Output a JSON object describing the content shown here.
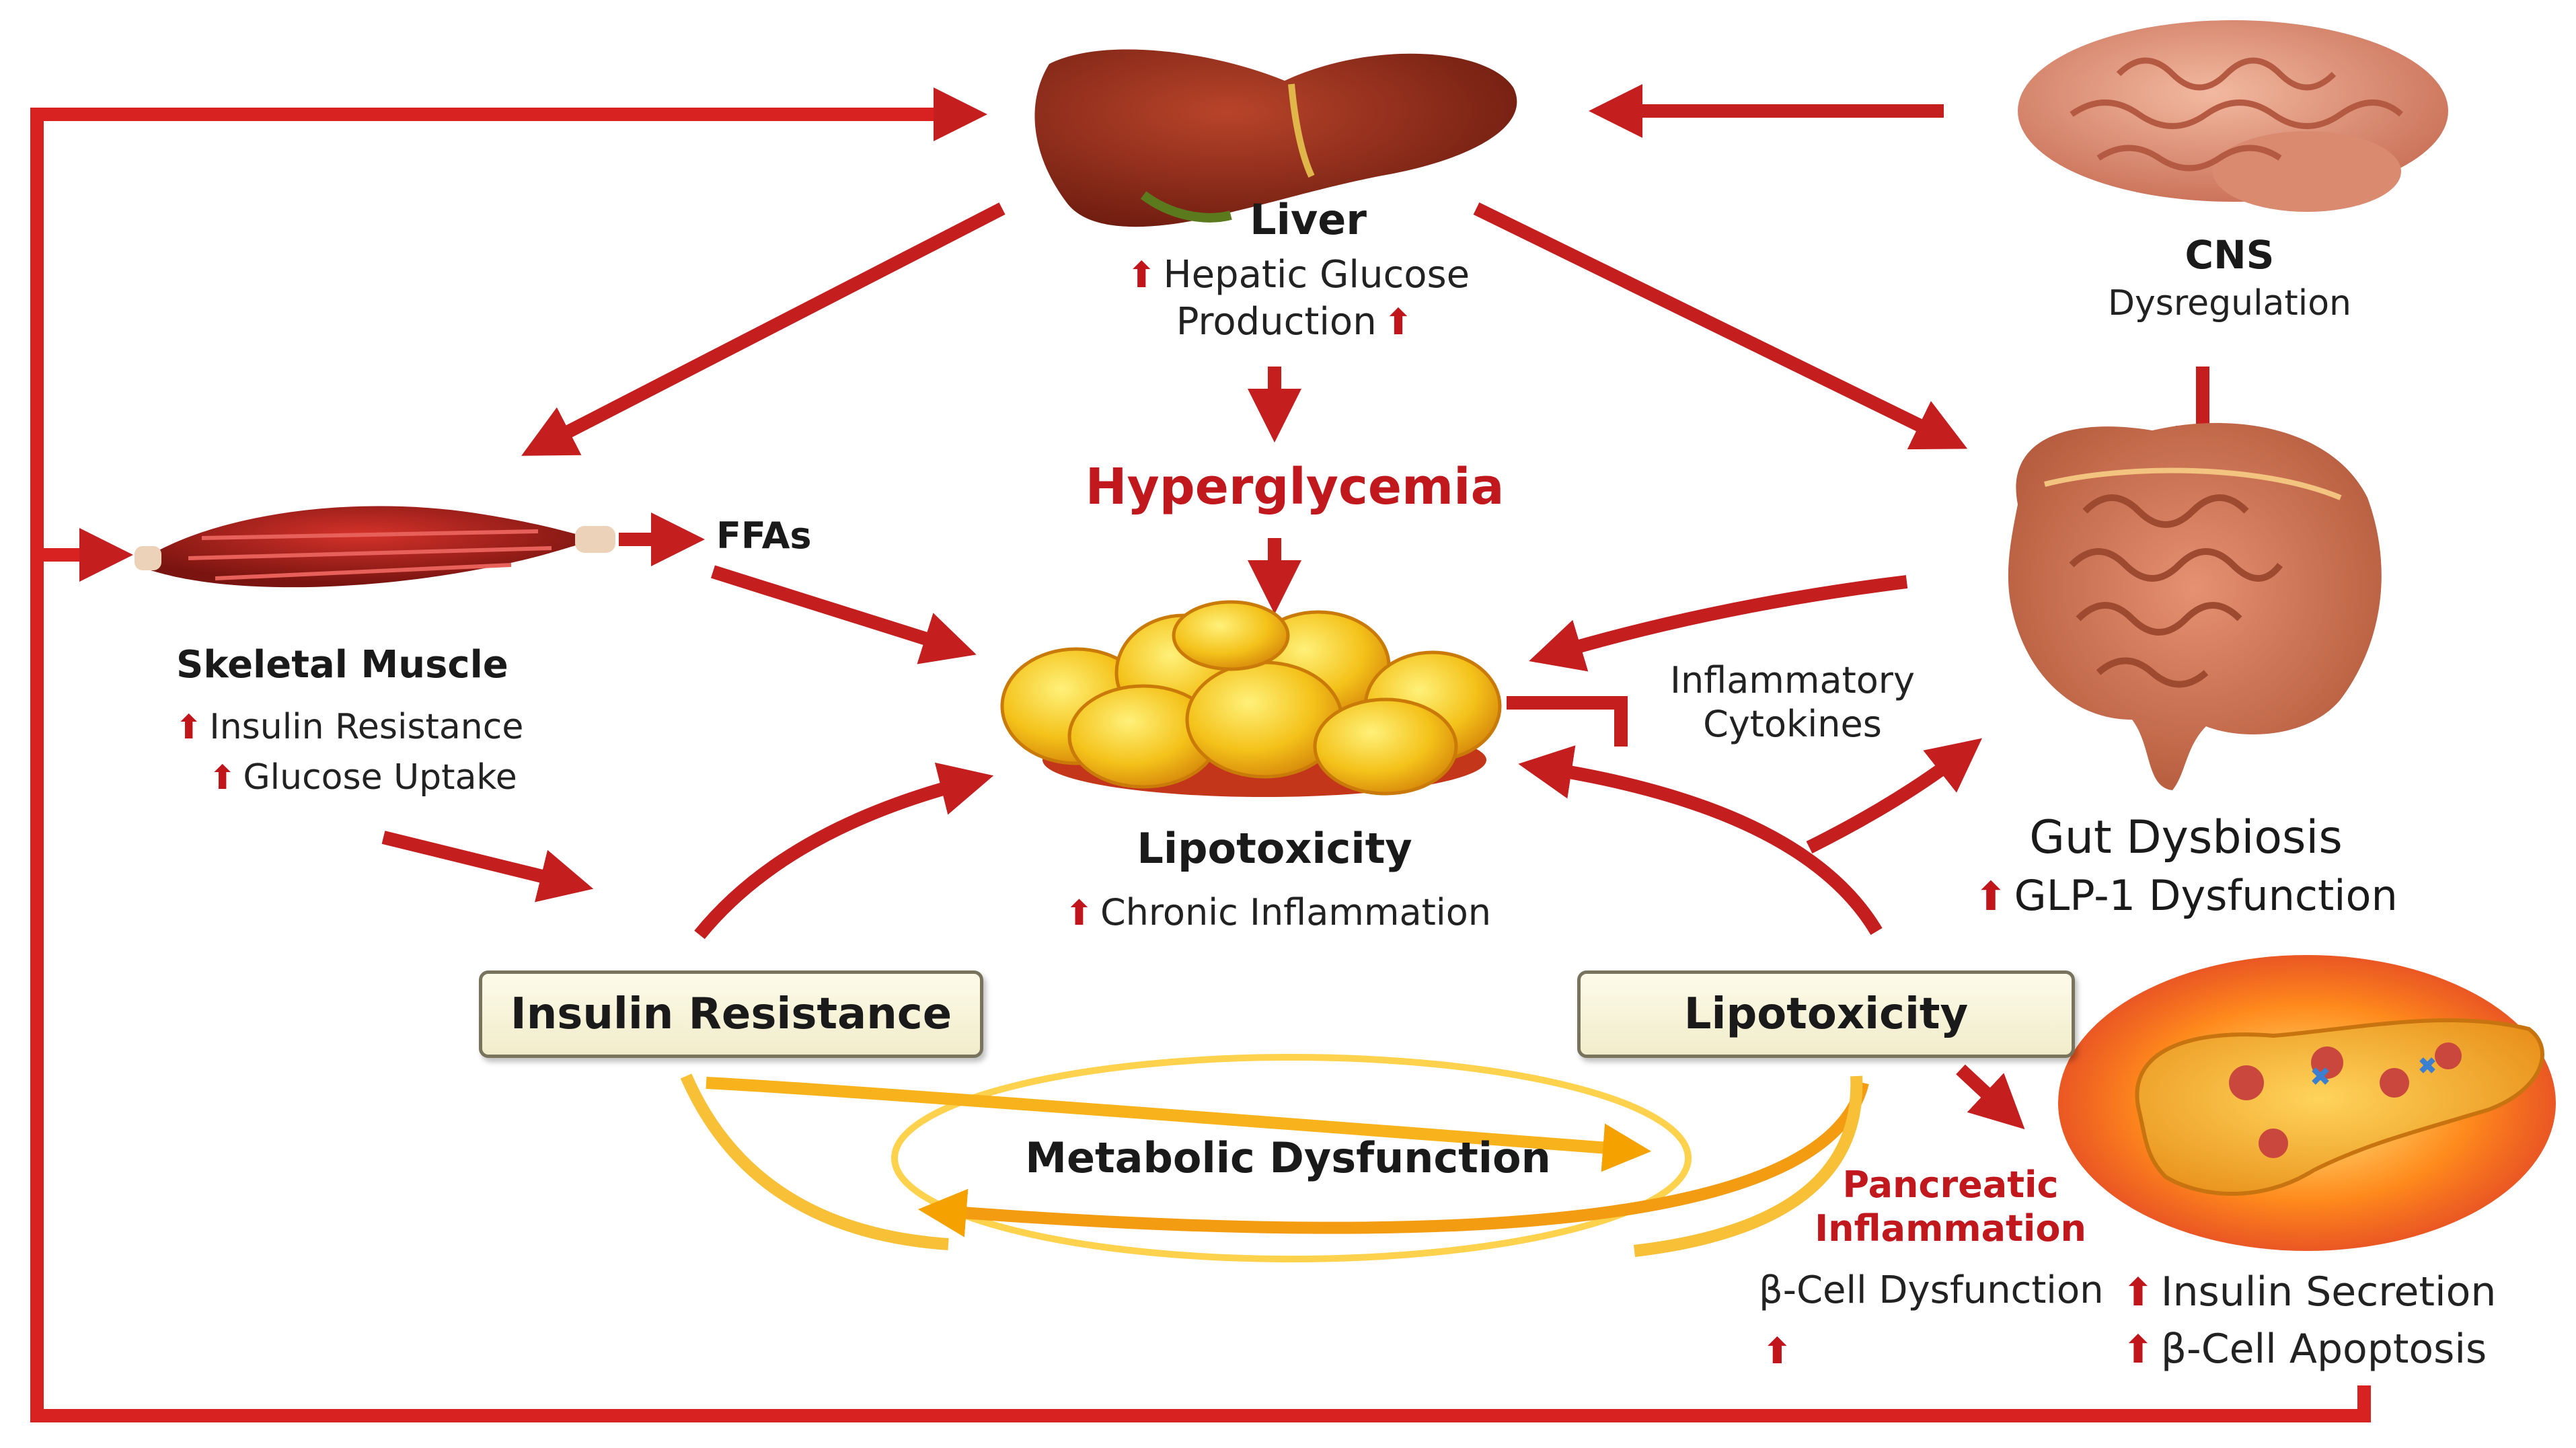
{
  "colors": {
    "arrow": "#c41e1e",
    "cycle_arrow": "#f5a100",
    "loop_line": "#d82222",
    "box_fill": "#f8f5dc",
    "title_red": "#c0181c"
  },
  "icons": [
    "liver-icon",
    "brain-icon",
    "muscle-icon",
    "fat-cells-icon",
    "intestine-icon",
    "pancreas-icon",
    "up-arrow-icon"
  ],
  "liver": {
    "title": "Liver",
    "line1": "Hepatic Glucose",
    "line2": "Production"
  },
  "cns": {
    "title": "CNS",
    "subtitle": "Dysregulation"
  },
  "hyperglycemia": "Hyperglycemia",
  "muscle": {
    "title": "Skeletal Muscle",
    "line1": "Insulin Resistance",
    "line2": "Glucose Uptake"
  },
  "ffas": "FFAs",
  "fat": {
    "title": "Lipotoxicity",
    "line1": "Chronic Inflammation"
  },
  "cytokines": {
    "line1": "Inflammatory",
    "line2": "Cytokines"
  },
  "gut": {
    "title": "Gut Dysbiosis",
    "line1": "GLP-1 Dysfunction"
  },
  "boxes": {
    "left": "Insulin Resistance",
    "right": "Lipotoxicity"
  },
  "cycle": "Metabolic Dysfunction",
  "pancreas": {
    "line1": "Pancreatic",
    "line2": "Inflammation",
    "beta_dys": "β-Cell Dysfunction",
    "secretion": "Insulin Secretion",
    "apoptosis": "β-Cell Apoptosis"
  }
}
